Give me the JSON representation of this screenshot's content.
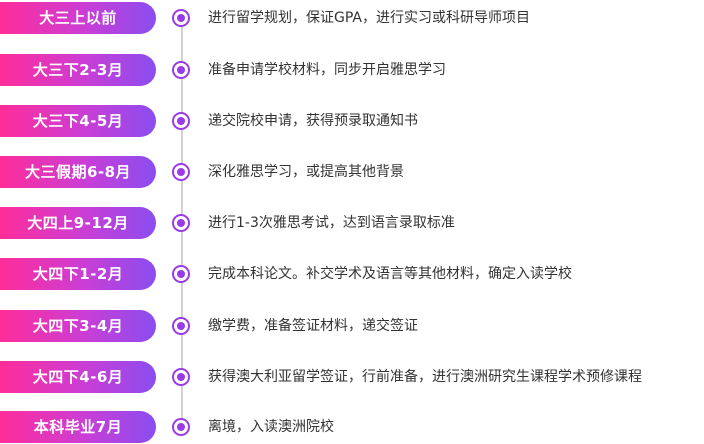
{
  "timeline": {
    "items": [
      {
        "stage": "大三上以前",
        "description": "进行留学规划，保证GPA，进行实习或科研导师项目"
      },
      {
        "stage": "大三下2-3月",
        "description": "准备申请学校材料，同步开启雅思学习"
      },
      {
        "stage": "大三下4-5月",
        "description": "递交院校申请，获得预录取通知书"
      },
      {
        "stage": "大三假期6-8月",
        "description": "深化雅思学习，或提高其他背景"
      },
      {
        "stage": "大四上9-12月",
        "description": "进行1-3次雅思考试，达到语言录取标准"
      },
      {
        "stage": "大四下1-2月",
        "description": "完成本科论文。补交学术及语言等其他材料，确定入读学校"
      },
      {
        "stage": "大四下3-4月",
        "description": "缴学费，准备签证材料，递交签证"
      },
      {
        "stage": "大四下4-6月",
        "description": "获得澳大利亚留学签证，行前准备，进行澳洲研究生课程学术预修课程"
      },
      {
        "stage": "本科毕业7月",
        "description": "离境，入读澳洲院校"
      }
    ]
  }
}
